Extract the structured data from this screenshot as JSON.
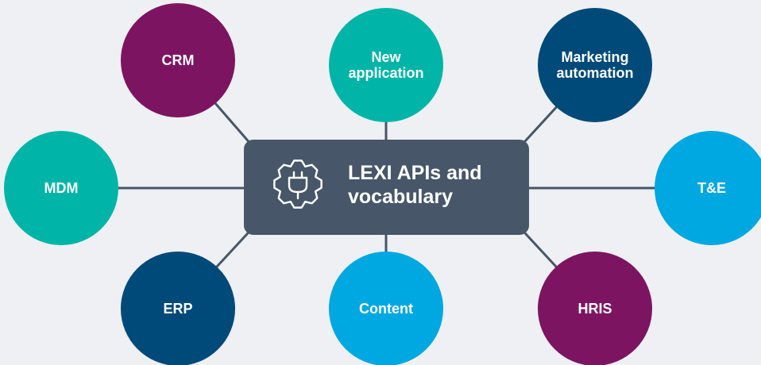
{
  "hub": {
    "title_lines": [
      "LEXI APIs and",
      "vocabulary"
    ],
    "icon": "gear-plug-icon",
    "color": "#475668"
  },
  "connector_color": "#475668",
  "nodes": [
    {
      "id": "crm",
      "lines": [
        "CRM"
      ],
      "color": "#7d1462"
    },
    {
      "id": "new-application",
      "lines": [
        "New",
        "application"
      ],
      "color": "#00b5a8"
    },
    {
      "id": "marketing-automation",
      "lines": [
        "Marketing",
        "automation"
      ],
      "color": "#004a7a"
    },
    {
      "id": "mdm",
      "lines": [
        "MDM"
      ],
      "color": "#00b5a8"
    },
    {
      "id": "t-and-e",
      "lines": [
        "T&E"
      ],
      "color": "#00a8e2"
    },
    {
      "id": "erp",
      "lines": [
        "ERP"
      ],
      "color": "#004a7a"
    },
    {
      "id": "content",
      "lines": [
        "Content"
      ],
      "color": "#00a8e2"
    },
    {
      "id": "hris",
      "lines": [
        "HRIS"
      ],
      "color": "#7d1462"
    }
  ]
}
